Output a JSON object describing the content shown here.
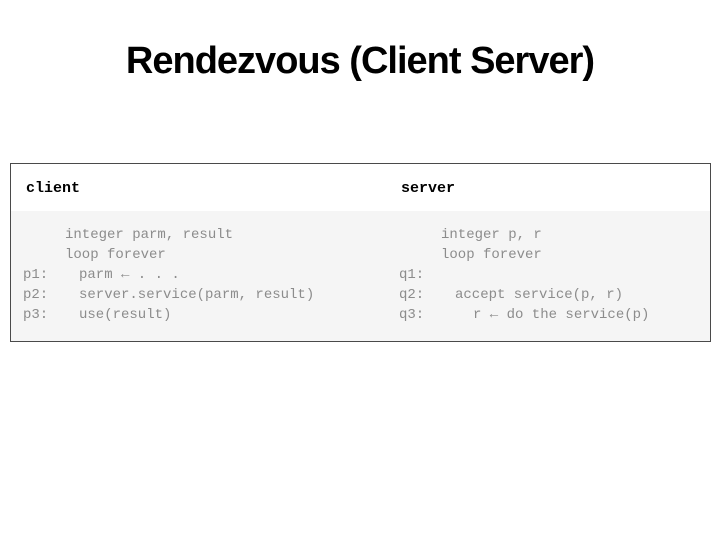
{
  "slide": {
    "title": "Rendezvous (Client Server)"
  },
  "figure": {
    "client": {
      "header": "client",
      "lines": [
        {
          "label": "",
          "code": "integer parm, result"
        },
        {
          "label": "",
          "code": "loop forever"
        },
        {
          "label": "p1:",
          "code": "parm ← . . ."
        },
        {
          "label": "p2:",
          "code": "server.service(parm, result)"
        },
        {
          "label": "p3:",
          "code": "use(result)"
        }
      ]
    },
    "server": {
      "header": "server",
      "lines": [
        {
          "label": "",
          "code": "integer p, r"
        },
        {
          "label": "",
          "code": "loop forever"
        },
        {
          "label": "q1:",
          "code": ""
        },
        {
          "label": "q2:",
          "code": "accept service(p, r)"
        },
        {
          "label": "q3:",
          "code": "r ← do the service(p)"
        }
      ]
    },
    "colors": {
      "figure_border": "#4a4a4a",
      "body_background": "#f5f5f5",
      "code_text": "#8c8c8c",
      "header_text": "#000000",
      "title_text": "#000000"
    }
  }
}
